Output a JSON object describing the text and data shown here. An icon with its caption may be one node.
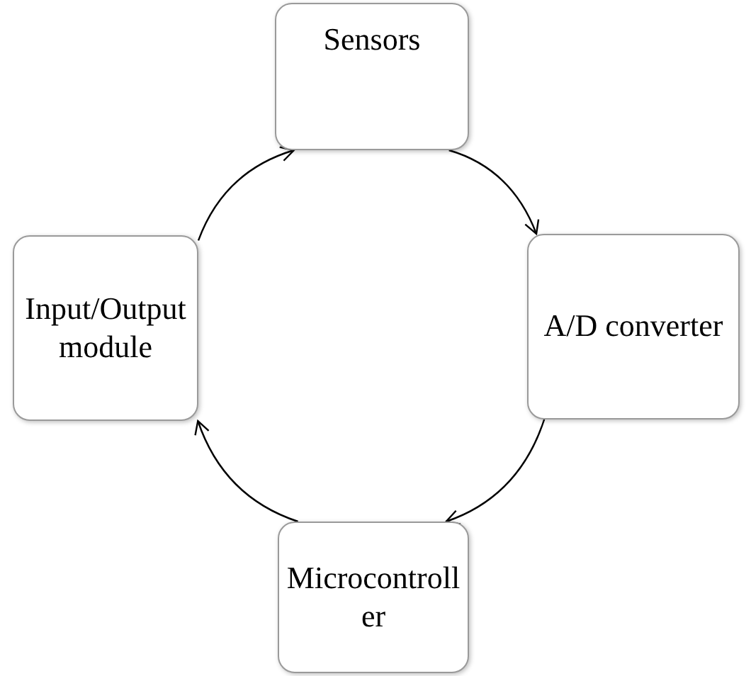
{
  "diagram": {
    "nodes": [
      {
        "text": [
          "Sensors"
        ]
      },
      {
        "text": [
          "A/D converter"
        ]
      },
      {
        "text": [
          "Microcontroller"
        ]
      },
      {
        "text": [
          "Input/Output module"
        ]
      }
    ],
    "edges": [
      {
        "from": 0,
        "to": 1,
        "arrow": "to"
      },
      {
        "from": 1,
        "to": 2,
        "arrow": "to"
      },
      {
        "from": 2,
        "to": 3,
        "arrow": "to"
      },
      {
        "from": 3,
        "to": 0,
        "arrow": "to"
      }
    ]
  }
}
